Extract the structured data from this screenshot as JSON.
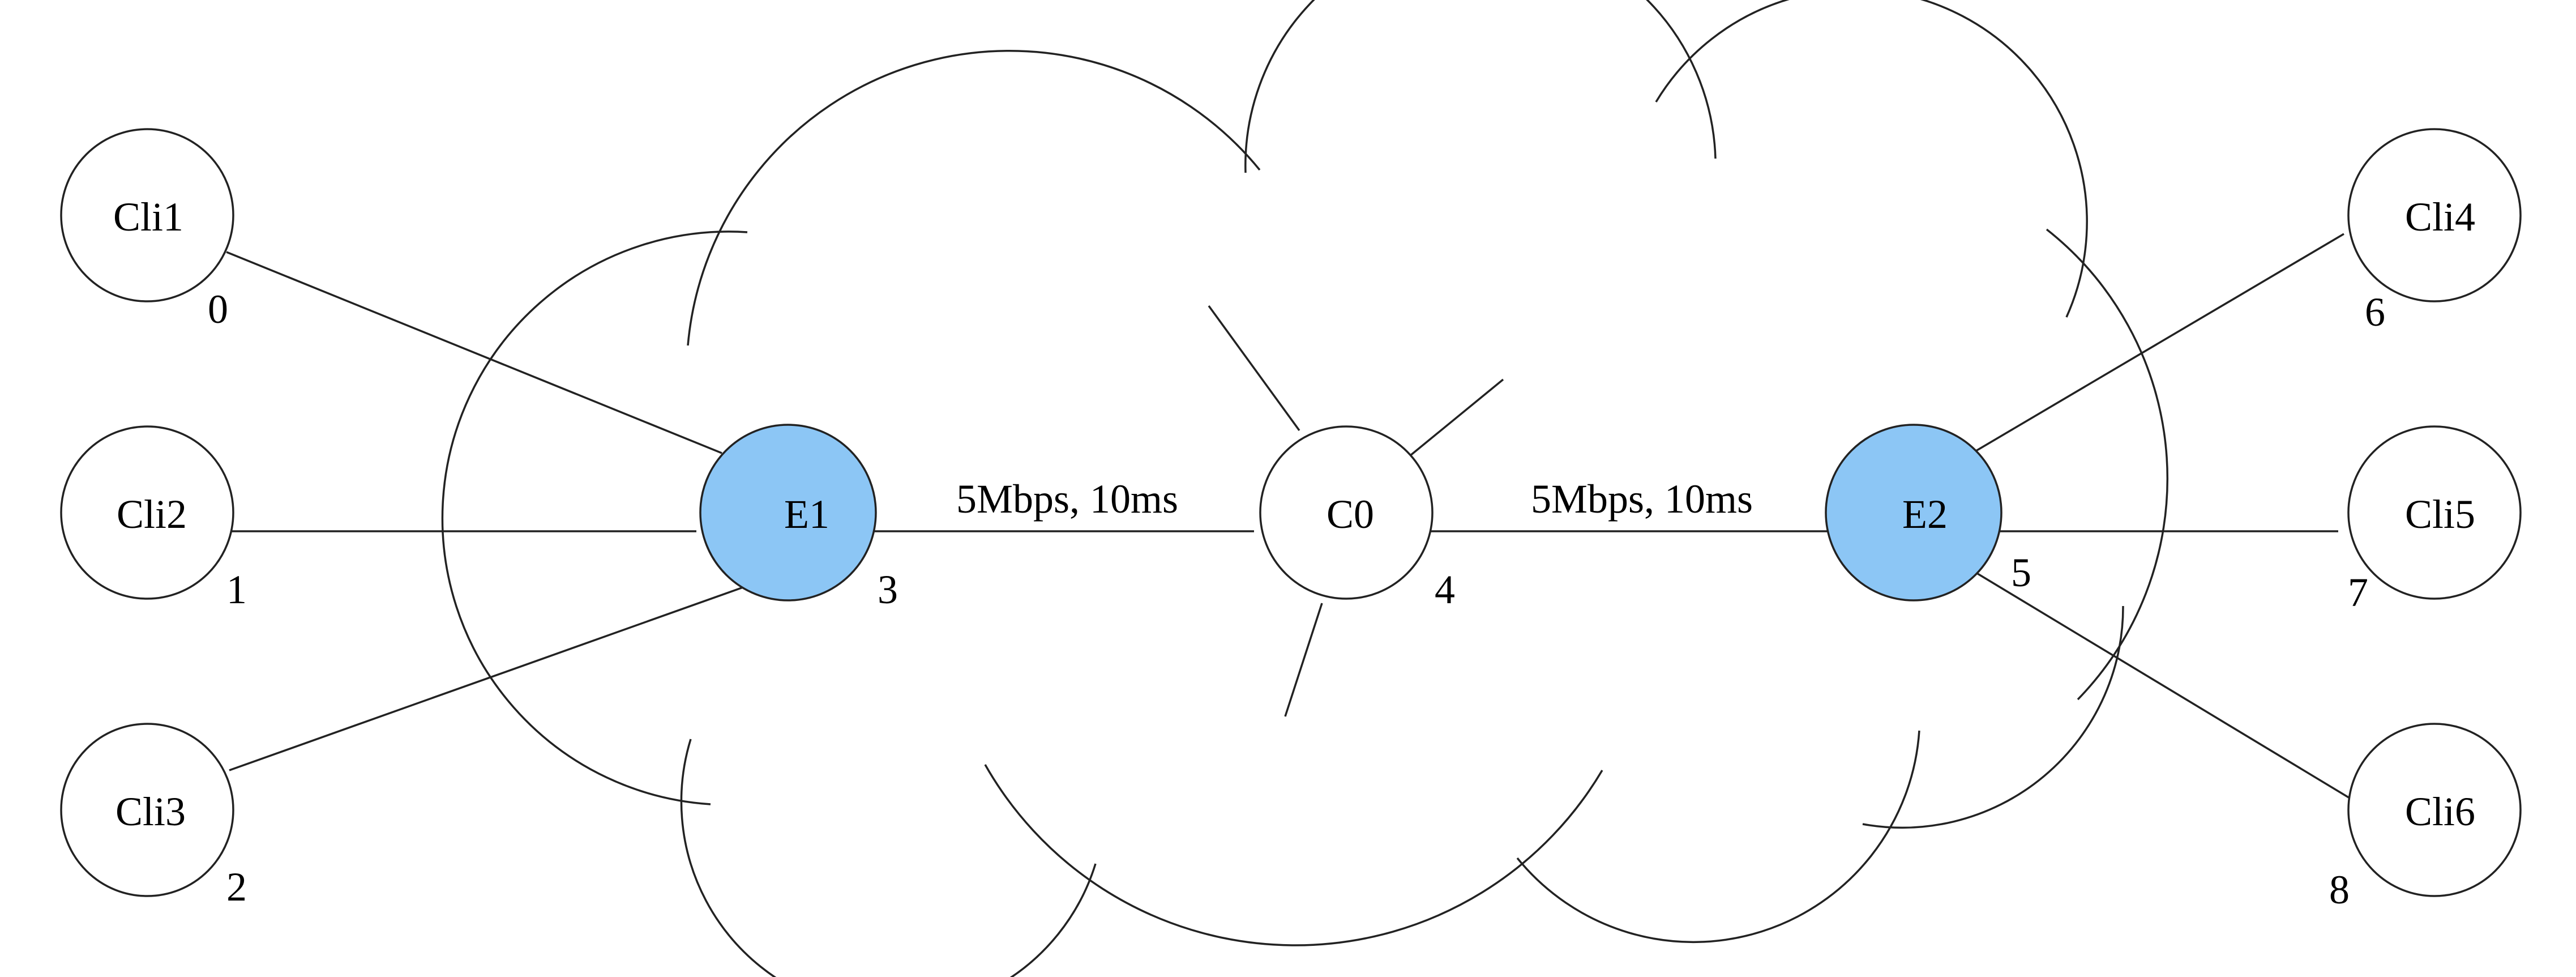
{
  "colors": {
    "edge_node_fill": "#8cc6f5",
    "plain_node_fill": "#ffffff",
    "stroke": "#222222"
  },
  "nodes": [
    {
      "id": "cli1",
      "label": "Cli1",
      "index": "0",
      "type": "client"
    },
    {
      "id": "cli2",
      "label": "Cli2",
      "index": "1",
      "type": "client"
    },
    {
      "id": "cli3",
      "label": "Cli3",
      "index": "2",
      "type": "client"
    },
    {
      "id": "e1",
      "label": "E1",
      "index": "3",
      "type": "edge"
    },
    {
      "id": "c0",
      "label": "C0",
      "index": "4",
      "type": "core"
    },
    {
      "id": "e2",
      "label": "E2",
      "index": "5",
      "type": "edge"
    },
    {
      "id": "cli4",
      "label": "Cli4",
      "index": "6",
      "type": "client"
    },
    {
      "id": "cli5",
      "label": "Cli5",
      "index": "7",
      "type": "client"
    },
    {
      "id": "cli6",
      "label": "Cli6",
      "index": "8",
      "type": "client"
    }
  ],
  "links": [
    {
      "from": "cli1",
      "to": "e1",
      "label": ""
    },
    {
      "from": "cli2",
      "to": "e1",
      "label": ""
    },
    {
      "from": "cli3",
      "to": "e1",
      "label": ""
    },
    {
      "from": "e1",
      "to": "c0",
      "label": "5Mbps, 10ms"
    },
    {
      "from": "c0",
      "to": "e2",
      "label": "5Mbps, 10ms"
    },
    {
      "from": "e2",
      "to": "cli4",
      "label": ""
    },
    {
      "from": "e2",
      "to": "cli5",
      "label": ""
    },
    {
      "from": "e2",
      "to": "cli6",
      "label": ""
    }
  ]
}
